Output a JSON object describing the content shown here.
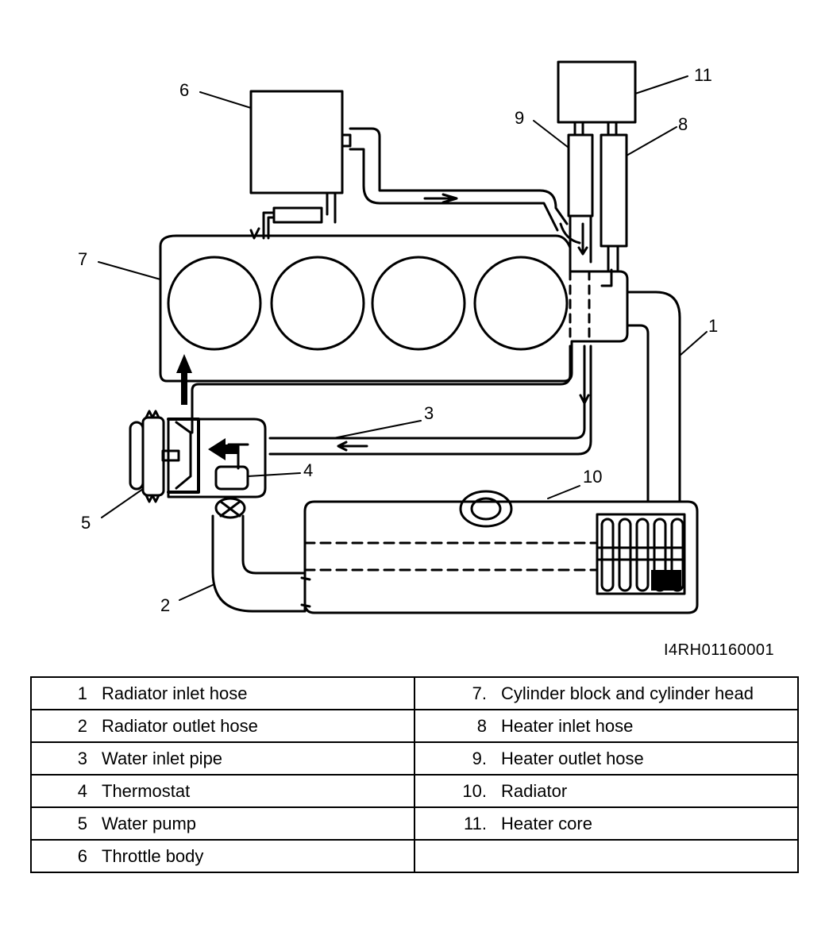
{
  "callouts": [
    {
      "id": "c1",
      "text": "1"
    },
    {
      "id": "c2",
      "text": "2"
    },
    {
      "id": "c3",
      "text": "3"
    },
    {
      "id": "c4",
      "text": "4"
    },
    {
      "id": "c5",
      "text": "5"
    },
    {
      "id": "c6",
      "text": "6"
    },
    {
      "id": "c7",
      "text": "7"
    },
    {
      "id": "c8",
      "text": "8"
    },
    {
      "id": "c9",
      "text": "9"
    },
    {
      "id": "c10",
      "text": "10"
    },
    {
      "id": "c11",
      "text": "11"
    }
  ],
  "reference_code": "I4RH01160001",
  "legend": {
    "left": [
      {
        "num": "1",
        "label": "Radiator inlet hose"
      },
      {
        "num": "2",
        "label": "Radiator outlet hose"
      },
      {
        "num": "3",
        "label": "Water inlet pipe"
      },
      {
        "num": "4",
        "label": "Thermostat"
      },
      {
        "num": "5",
        "label": "Water pump"
      },
      {
        "num": "6",
        "label": "Throttle body"
      }
    ],
    "right": [
      {
        "num": "7.",
        "label": "Cylinder block and cylinder head"
      },
      {
        "num": "8",
        "label": "Heater inlet hose"
      },
      {
        "num": "9.",
        "label": "Heater outlet hose"
      },
      {
        "num": "10.",
        "label": "Radiator"
      },
      {
        "num": "11.",
        "label": "Heater core"
      },
      {
        "num": "",
        "label": ""
      }
    ]
  }
}
